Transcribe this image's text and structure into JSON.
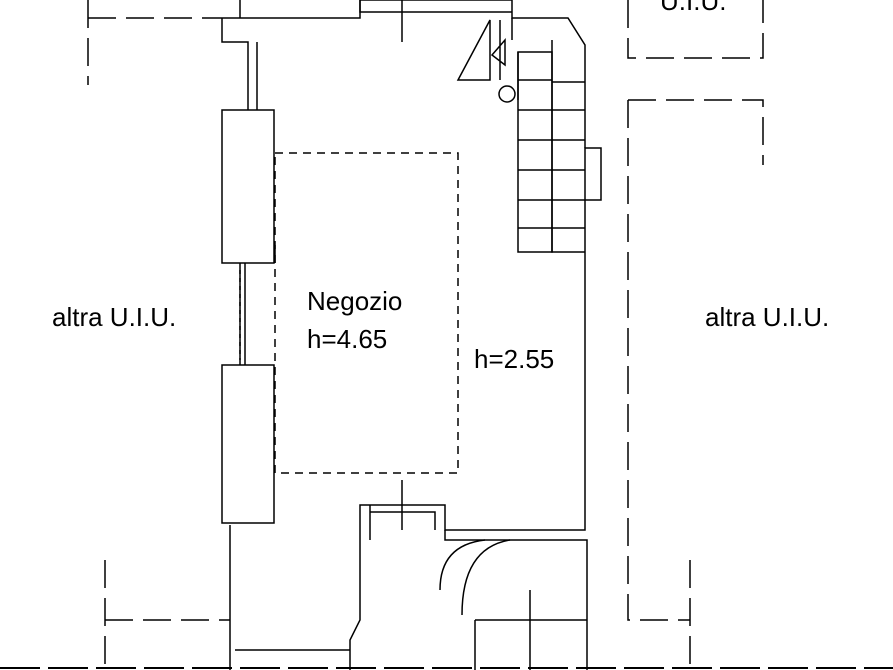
{
  "plan": {
    "room_name": "Negozio",
    "room_height": "h=4.65",
    "corridor_height": "h=2.55",
    "left_unit": "altra U.I.U.",
    "right_unit": "altra U.I.U.",
    "top_right_unit": "U.I.U."
  }
}
